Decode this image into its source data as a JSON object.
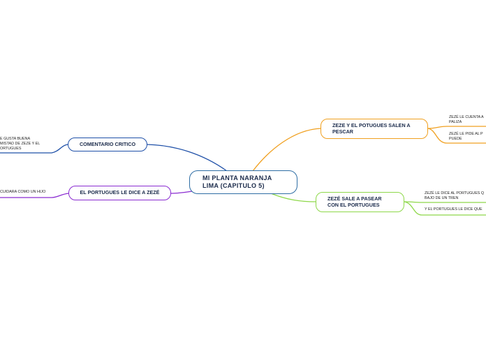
{
  "central": {
    "label_line1": "MI PLANTA NARANJA",
    "label_line2": "LIMA (CAPITULO 5)"
  },
  "nodes": {
    "comentario": {
      "label": "COMENTARIO CRITICO",
      "color": "#1f50a8"
    },
    "portugues": {
      "label": "EL PORTUGUES LE DICE A ZEZÉ",
      "color": "#8a2bd1"
    },
    "pescar": {
      "label_line1": "ZEZE Y EL POTUGUES SALEN A",
      "label_line2": "PESCAR",
      "color": "#f0a020"
    },
    "pasear": {
      "label_line1": "ZEZÉ SALE A PASEAR",
      "label_line2": "CON EL PORTUGUES",
      "color": "#8ed84a"
    }
  },
  "subtopics": {
    "comentario_1": {
      "line1": "E GUSTA BUENA",
      "line2": "MISTAD DE ZEZE Y EL",
      "line3": "ORTUGUES"
    },
    "portugues_1": {
      "line1": "CUIDARA COMO UN HIJO"
    },
    "pescar_1": {
      "line1": "ZEZÉ LE CUENTA A",
      "line2": "PALIZA"
    },
    "pescar_2": {
      "line1": "ZEZÉ  LE PIDE AL P",
      "line2": "PUEDE"
    },
    "pasear_1": {
      "line1": "ZEZÉ LE DICE AL PORTUGUES Q",
      "line2": "BAJO DE UN TREN"
    },
    "pasear_2": {
      "line1": "Y EL PORTUGUES LE DICE QUE"
    }
  }
}
